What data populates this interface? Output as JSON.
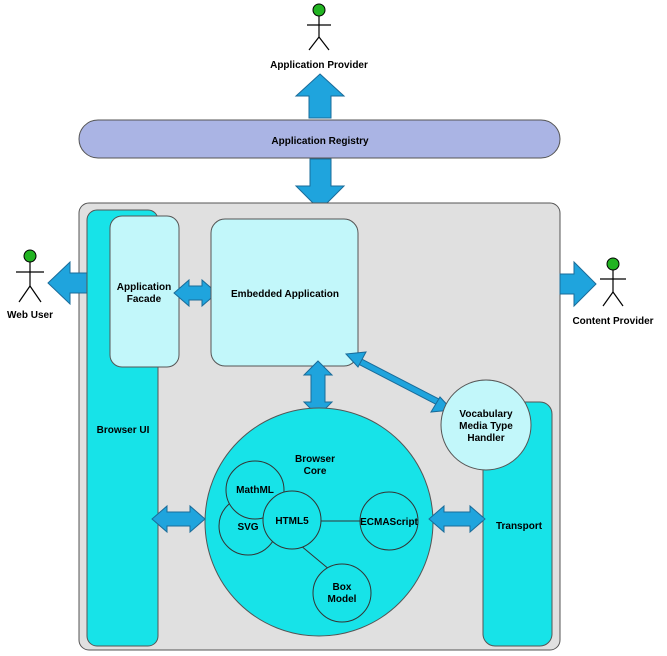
{
  "actors": {
    "application_provider": "Application Provider",
    "web_user": "Web User",
    "content_provider": "Content Provider"
  },
  "components": {
    "application_registry": "Application Registry",
    "application_facade_l1": "Application",
    "application_facade_l2": "Facade",
    "embedded_application": "Embedded Application",
    "browser_ui": "Browser UI",
    "vocabulary_handler_l1": "Vocabulary",
    "vocabulary_handler_l2": "Media Type",
    "vocabulary_handler_l3": "Handler",
    "browser_core_l1": "Browser",
    "browser_core_l2": "Core",
    "mathml": "MathML",
    "svg": "SVG",
    "html5": "HTML5",
    "ecmascript": "ECMAScript",
    "box_model_l1": "Box",
    "box_model_l2": "Model",
    "transport": "Transport"
  },
  "colors": {
    "cyan": "#17e3e8",
    "light_cyan": "#c2f7fa",
    "registry": "#aab4e4",
    "arrow": "#1fa4dd",
    "container": "#e0e0e0",
    "actor_head": "#22b422"
  }
}
